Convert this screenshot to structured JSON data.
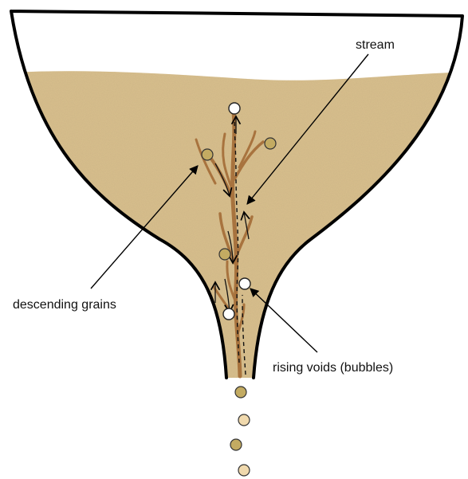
{
  "labels": {
    "stream": "stream",
    "descending_grains": "descending grains",
    "rising_voids": "rising voids (bubbles)"
  },
  "colors": {
    "sand": "#d9c08e",
    "sand_light": "#e8d6ad",
    "stream": "#a8733e",
    "grain": "#c3ab62",
    "grain_light": "#f0d9ad",
    "outline": "#000000",
    "void": "#ffffff"
  }
}
